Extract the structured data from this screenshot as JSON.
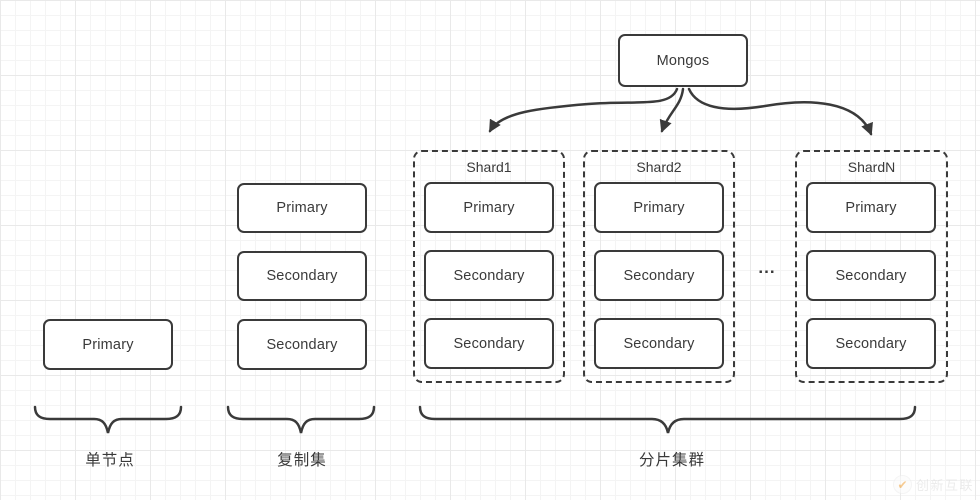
{
  "diagram": {
    "mongos": {
      "label": "Mongos"
    },
    "standalone": {
      "node": "Primary",
      "caption": "单节点"
    },
    "replica_set": {
      "nodes": [
        "Primary",
        "Secondary",
        "Secondary"
      ],
      "caption": "复制集"
    },
    "sharded_cluster": {
      "caption": "分片集群",
      "ellipsis": "...",
      "shards": [
        {
          "title": "Shard1",
          "nodes": [
            "Primary",
            "Secondary",
            "Secondary"
          ]
        },
        {
          "title": "Shard2",
          "nodes": [
            "Primary",
            "Secondary",
            "Secondary"
          ]
        },
        {
          "title": "ShardN",
          "nodes": [
            "Primary",
            "Secondary",
            "Secondary"
          ]
        }
      ]
    },
    "watermark": {
      "check_glyph": "✔",
      "text": "创新互联",
      "accent_color": "#f0a13a",
      "text_color": "#dcdcdc"
    },
    "colors": {
      "stroke": "#3a3a3a",
      "grid_minor": "#f4f4f4",
      "grid_major": "#e9e9e9",
      "background": "#ffffff"
    }
  }
}
